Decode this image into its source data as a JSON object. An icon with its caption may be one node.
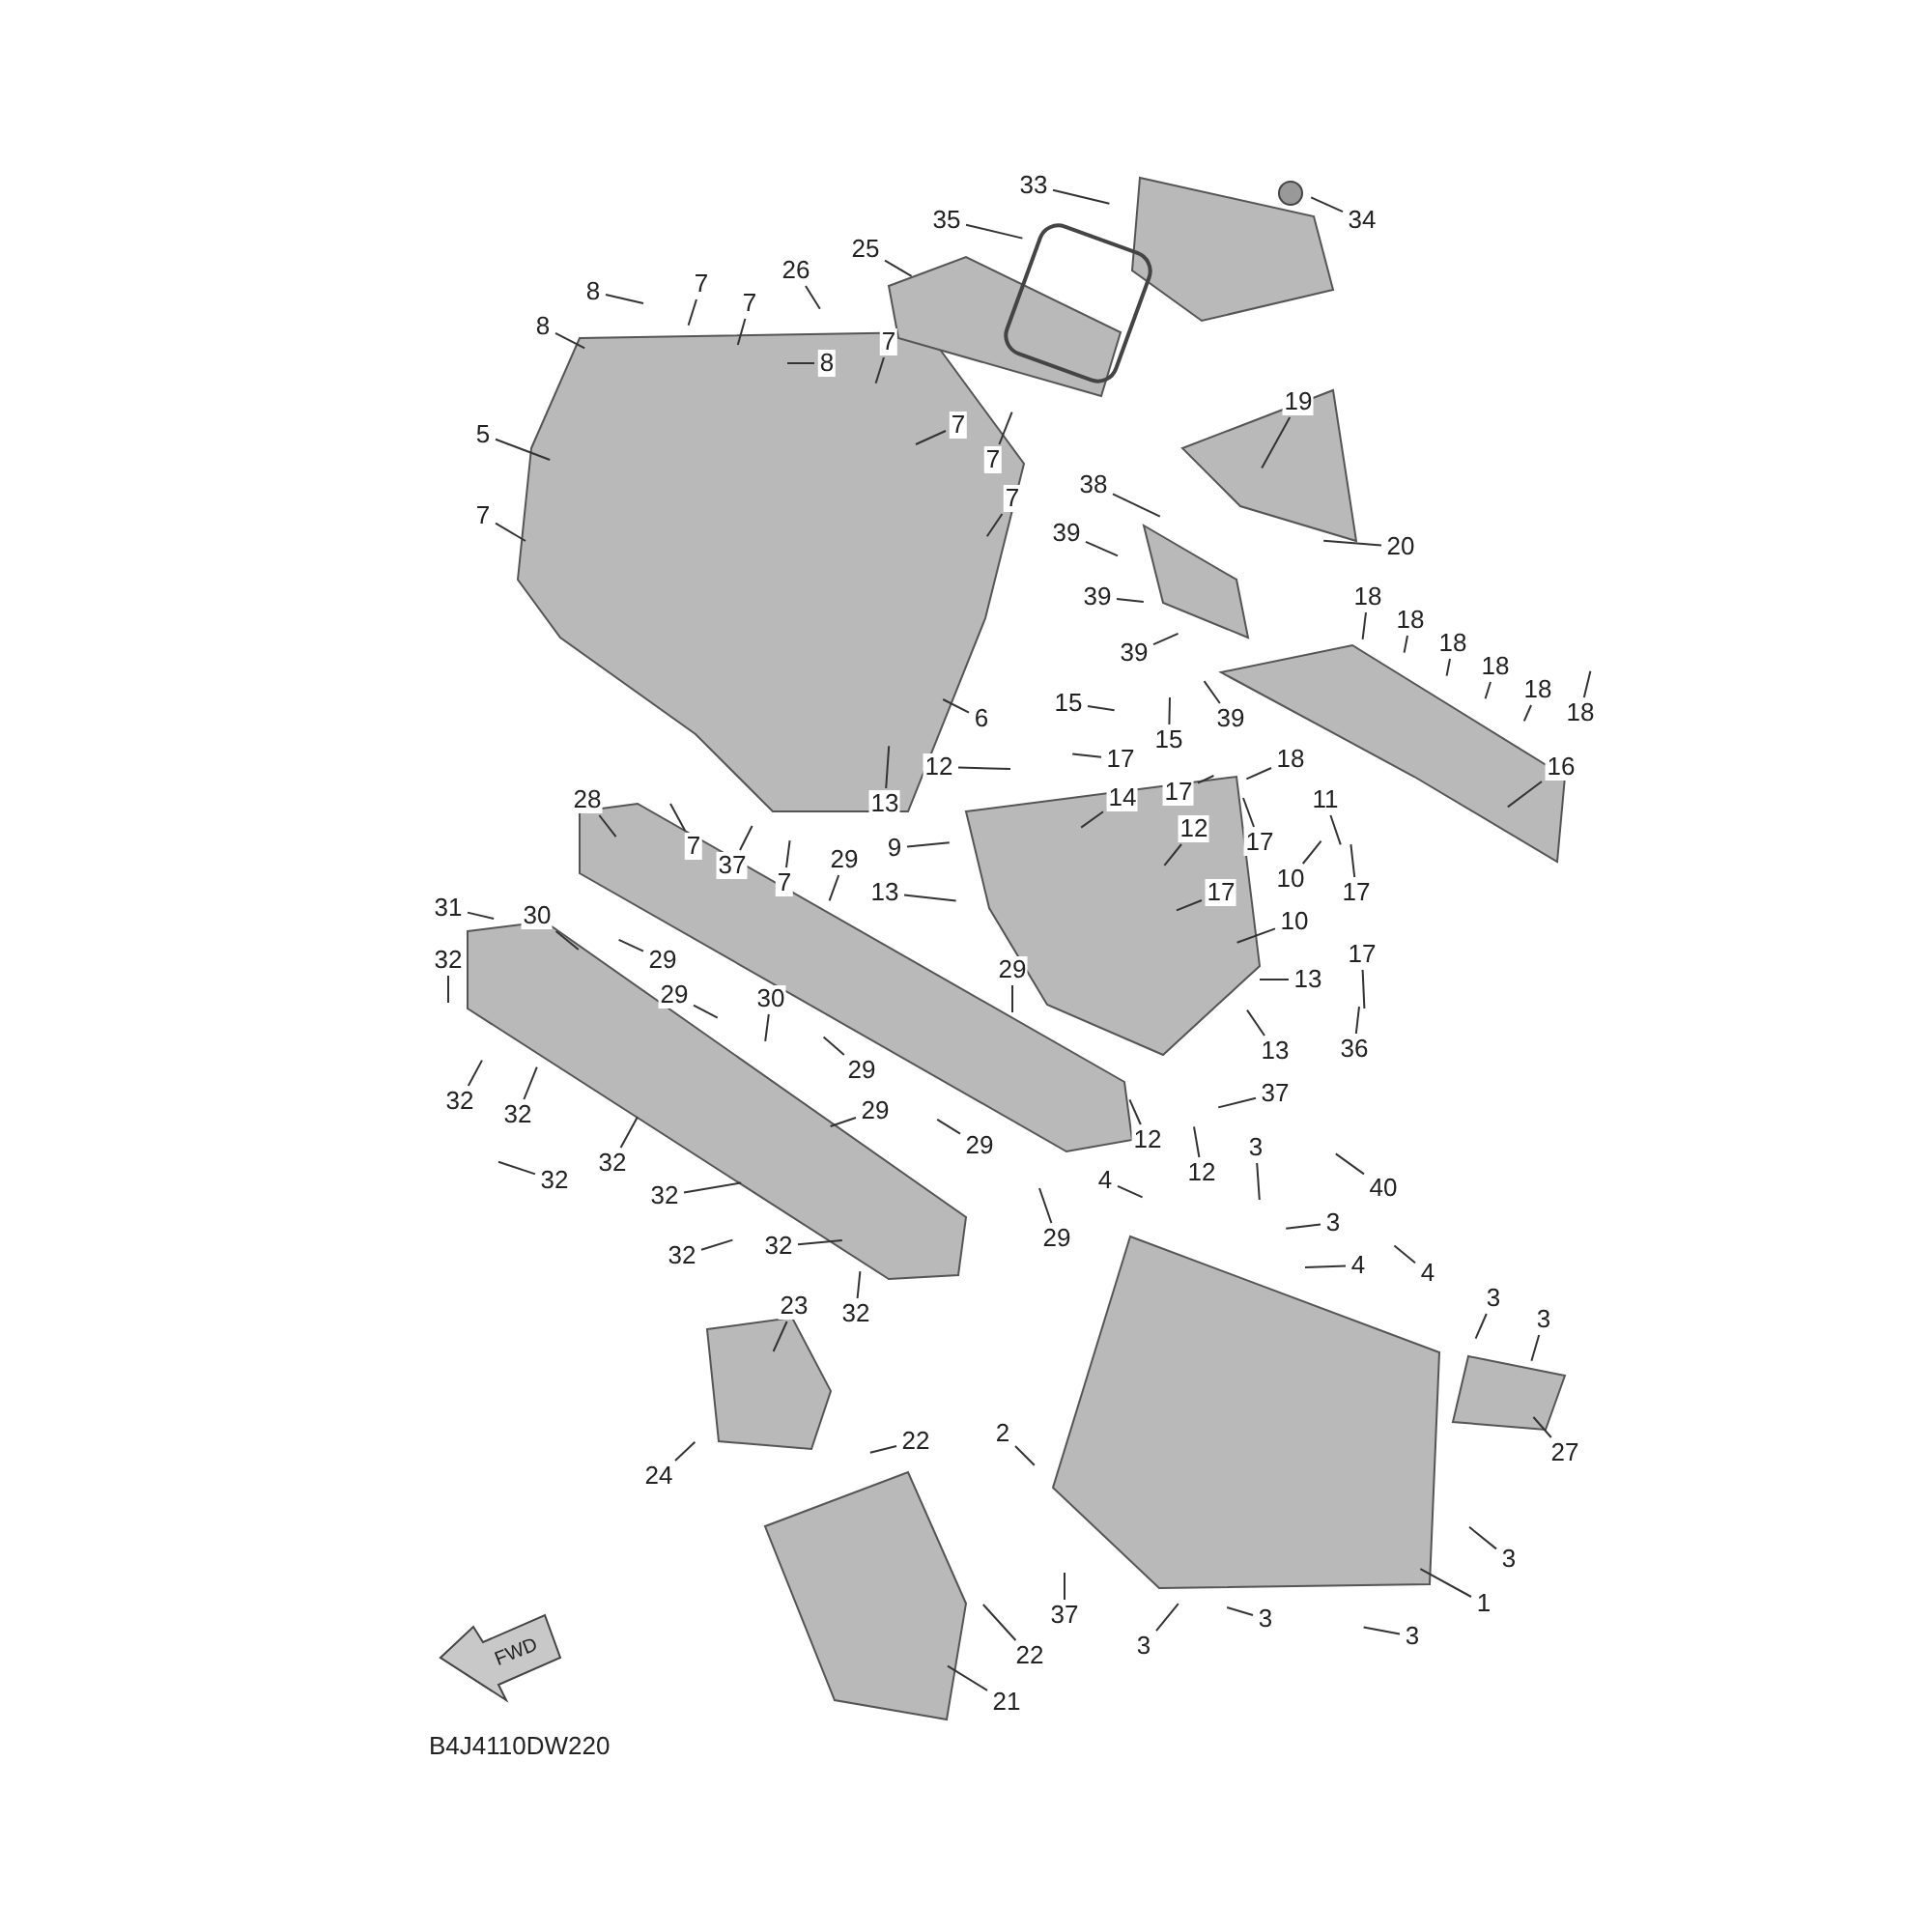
{
  "diagram": {
    "nodes": [
      {
        "text": [
          "33"
        ]
      },
      {
        "text": [
          "34"
        ]
      },
      {
        "text": [
          "35"
        ]
      },
      {
        "text": [
          "25"
        ]
      },
      {
        "text": [
          "26"
        ]
      },
      {
        "text": [
          "8"
        ]
      },
      {
        "text": [
          "8"
        ]
      },
      {
        "text": [
          "7"
        ]
      },
      {
        "text": [
          "7"
        ]
      },
      {
        "text": [
          "8"
        ]
      },
      {
        "text": [
          "7"
        ]
      },
      {
        "text": [
          "5"
        ]
      },
      {
        "text": [
          "7"
        ]
      },
      {
        "text": [
          "7"
        ]
      },
      {
        "text": [
          "7"
        ]
      },
      {
        "text": [
          "7"
        ]
      },
      {
        "text": [
          "6"
        ]
      },
      {
        "text": [
          "12"
        ]
      },
      {
        "text": [
          "13"
        ]
      },
      {
        "text": [
          "9"
        ]
      },
      {
        "text": [
          "13"
        ]
      },
      {
        "text": [
          "7"
        ]
      },
      {
        "text": [
          "37"
        ]
      },
      {
        "text": [
          "7"
        ]
      },
      {
        "text": [
          "28"
        ]
      },
      {
        "text": [
          "29"
        ]
      },
      {
        "text": [
          "15"
        ]
      },
      {
        "text": [
          "38"
        ]
      },
      {
        "text": [
          "39"
        ]
      },
      {
        "text": [
          "39"
        ]
      },
      {
        "text": [
          "39"
        ]
      },
      {
        "text": [
          "39"
        ]
      },
      {
        "text": [
          "19"
        ]
      },
      {
        "text": [
          "20"
        ]
      },
      {
        "text": [
          "18"
        ]
      },
      {
        "text": [
          "18"
        ]
      },
      {
        "text": [
          "18"
        ]
      },
      {
        "text": [
          "18"
        ]
      },
      {
        "text": [
          "18"
        ]
      },
      {
        "text": [
          "18"
        ]
      },
      {
        "text": [
          "16"
        ]
      },
      {
        "text": [
          "15"
        ]
      },
      {
        "text": [
          "17"
        ]
      },
      {
        "text": [
          "14"
        ]
      },
      {
        "text": [
          "17"
        ]
      },
      {
        "text": [
          "18"
        ]
      },
      {
        "text": [
          "11"
        ]
      },
      {
        "text": [
          "12"
        ]
      },
      {
        "text": [
          "17"
        ]
      },
      {
        "text": [
          "17"
        ]
      },
      {
        "text": [
          "10"
        ]
      },
      {
        "text": [
          "17"
        ]
      },
      {
        "text": [
          "10"
        ]
      },
      {
        "text": [
          "17"
        ]
      },
      {
        "text": [
          "13"
        ]
      },
      {
        "text": [
          "13"
        ]
      },
      {
        "text": [
          "36"
        ]
      },
      {
        "text": [
          "37"
        ]
      },
      {
        "text": [
          "29"
        ]
      },
      {
        "text": [
          "31"
        ]
      },
      {
        "text": [
          "30"
        ]
      },
      {
        "text": [
          "32"
        ]
      },
      {
        "text": [
          "29"
        ]
      },
      {
        "text": [
          "29"
        ]
      },
      {
        "text": [
          "30"
        ]
      },
      {
        "text": [
          "29"
        ]
      },
      {
        "text": [
          "32"
        ]
      },
      {
        "text": [
          "32"
        ]
      },
      {
        "text": [
          "29"
        ]
      },
      {
        "text": [
          "29"
        ]
      },
      {
        "text": [
          "32"
        ]
      },
      {
        "text": [
          "32"
        ]
      },
      {
        "text": [
          "29"
        ]
      },
      {
        "text": [
          "32"
        ]
      },
      {
        "text": [
          "32"
        ]
      },
      {
        "text": [
          "32"
        ]
      },
      {
        "text": [
          "32"
        ]
      },
      {
        "text": [
          "12"
        ]
      },
      {
        "text": [
          "12"
        ]
      },
      {
        "text": [
          "3"
        ]
      },
      {
        "text": [
          "4"
        ]
      },
      {
        "text": [
          "40"
        ]
      },
      {
        "text": [
          "3"
        ]
      },
      {
        "text": [
          "4"
        ]
      },
      {
        "text": [
          "4"
        ]
      },
      {
        "text": [
          "23"
        ]
      },
      {
        "text": [
          "3"
        ]
      },
      {
        "text": [
          "3"
        ]
      },
      {
        "text": [
          "2"
        ]
      },
      {
        "text": [
          "22"
        ]
      },
      {
        "text": [
          "24"
        ]
      },
      {
        "text": [
          "27"
        ]
      },
      {
        "text": [
          "3"
        ]
      },
      {
        "text": [
          "1"
        ]
      },
      {
        "text": [
          "37"
        ]
      },
      {
        "text": [
          "3"
        ]
      },
      {
        "text": [
          "3"
        ]
      },
      {
        "text": [
          "3"
        ]
      },
      {
        "text": [
          "22"
        ]
      },
      {
        "text": [
          "21"
        ]
      }
    ],
    "edges": [
      {
        "from": 0,
        "to": null,
        "arrow": "none"
      },
      {
        "from": 1,
        "to": null,
        "arrow": "none"
      },
      {
        "from": 2,
        "to": null,
        "arrow": "none"
      },
      {
        "from": 3,
        "to": null,
        "arrow": "none"
      },
      {
        "from": 4,
        "to": null,
        "arrow": "none"
      },
      {
        "from": 5,
        "to": null,
        "arrow": "none"
      },
      {
        "from": 6,
        "to": null,
        "arrow": "none"
      },
      {
        "from": 7,
        "to": null,
        "arrow": "none"
      },
      {
        "from": 8,
        "to": null,
        "arrow": "none"
      },
      {
        "from": 9,
        "to": null,
        "arrow": "none"
      },
      {
        "from": 10,
        "to": null,
        "arrow": "none"
      },
      {
        "from": 11,
        "to": null,
        "arrow": "none"
      },
      {
        "from": 12,
        "to": null,
        "arrow": "none"
      },
      {
        "from": 13,
        "to": null,
        "arrow": "none"
      },
      {
        "from": 14,
        "to": null,
        "arrow": "none"
      },
      {
        "from": 15,
        "to": null,
        "arrow": "none"
      },
      {
        "from": 16,
        "to": null,
        "arrow": "none"
      },
      {
        "from": 17,
        "to": null,
        "arrow": "none"
      },
      {
        "from": 18,
        "to": null,
        "arrow": "none"
      },
      {
        "from": 19,
        "to": null,
        "arrow": "none"
      },
      {
        "from": 20,
        "to": null,
        "arrow": "none"
      },
      {
        "from": 21,
        "to": null,
        "arrow": "none"
      },
      {
        "from": 22,
        "to": null,
        "arrow": "none"
      },
      {
        "from": 23,
        "to": null,
        "arrow": "none"
      },
      {
        "from": 24,
        "to": null,
        "arrow": "none"
      },
      {
        "from": 25,
        "to": null,
        "arrow": "none"
      },
      {
        "from": 26,
        "to": null,
        "arrow": "none"
      },
      {
        "from": 27,
        "to": null,
        "arrow": "none"
      },
      {
        "from": 28,
        "to": null,
        "arrow": "none"
      },
      {
        "from": 29,
        "to": null,
        "arrow": "none"
      },
      {
        "from": 30,
        "to": null,
        "arrow": "none"
      },
      {
        "from": 31,
        "to": null,
        "arrow": "none"
      },
      {
        "from": 32,
        "to": null,
        "arrow": "none"
      },
      {
        "from": 33,
        "to": null,
        "arrow": "none"
      },
      {
        "from": 34,
        "to": null,
        "arrow": "none"
      },
      {
        "from": 35,
        "to": null,
        "arrow": "none"
      },
      {
        "from": 36,
        "to": null,
        "arrow": "none"
      },
      {
        "from": 37,
        "to": null,
        "arrow": "none"
      },
      {
        "from": 38,
        "to": null,
        "arrow": "none"
      },
      {
        "from": 39,
        "to": null,
        "arrow": "none"
      },
      {
        "from": 40,
        "to": null,
        "arrow": "none"
      },
      {
        "from": 41,
        "to": null,
        "arrow": "none"
      },
      {
        "from": 42,
        "to": null,
        "arrow": "none"
      },
      {
        "from": 43,
        "to": null,
        "arrow": "none"
      },
      {
        "from": 44,
        "to": null,
        "arrow": "none"
      },
      {
        "from": 45,
        "to": null,
        "arrow": "none"
      },
      {
        "from": 46,
        "to": null,
        "arrow": "none"
      },
      {
        "from": 47,
        "to": null,
        "arrow": "none"
      },
      {
        "from": 48,
        "to": null,
        "arrow": "none"
      },
      {
        "from": 49,
        "to": null,
        "arrow": "none"
      },
      {
        "from": 50,
        "to": null,
        "arrow": "none"
      },
      {
        "from": 51,
        "to": null,
        "arrow": "none"
      },
      {
        "from": 52,
        "to": null,
        "arrow": "none"
      },
      {
        "from": 53,
        "to": null,
        "arrow": "none"
      },
      {
        "from": 54,
        "to": null,
        "arrow": "none"
      },
      {
        "from": 55,
        "to": null,
        "arrow": "none"
      },
      {
        "from": 56,
        "to": null,
        "arrow": "none"
      },
      {
        "from": 57,
        "to": null,
        "arrow": "none"
      },
      {
        "from": 58,
        "to": null,
        "arrow": "none"
      },
      {
        "from": 59,
        "to": null,
        "arrow": "none"
      },
      {
        "from": 60,
        "to": null,
        "arrow": "none"
      },
      {
        "from": 61,
        "to": null,
        "arrow": "none"
      },
      {
        "from": 62,
        "to": null,
        "arrow": "none"
      },
      {
        "from": 63,
        "to": null,
        "arrow": "none"
      },
      {
        "from": 64,
        "to": null,
        "arrow": "none"
      },
      {
        "from": 65,
        "to": null,
        "arrow": "none"
      },
      {
        "from": 66,
        "to": null,
        "arrow": "none"
      },
      {
        "from": 67,
        "to": null,
        "arrow": "none"
      },
      {
        "from": 68,
        "to": null,
        "arrow": "none"
      },
      {
        "from": 69,
        "to": null,
        "arrow": "none"
      },
      {
        "from": 70,
        "to": null,
        "arrow": "none"
      },
      {
        "from": 71,
        "to": null,
        "arrow": "none"
      },
      {
        "from": 72,
        "to": null,
        "arrow": "none"
      },
      {
        "from": 73,
        "to": null,
        "arrow": "none"
      },
      {
        "from": 74,
        "to": null,
        "arrow": "none"
      },
      {
        "from": 75,
        "to": null,
        "arrow": "none"
      },
      {
        "from": 76,
        "to": null,
        "arrow": "none"
      },
      {
        "from": 77,
        "to": null,
        "arrow": "none"
      },
      {
        "from": 78,
        "to": null,
        "arrow": "none"
      },
      {
        "from": 79,
        "to": null,
        "arrow": "none"
      },
      {
        "from": 80,
        "to": null,
        "arrow": "none"
      },
      {
        "from": 81,
        "to": null,
        "arrow": "none"
      },
      {
        "from": 82,
        "to": null,
        "arrow": "none"
      },
      {
        "from": 83,
        "to": null,
        "arrow": "none"
      },
      {
        "from": 84,
        "to": null,
        "arrow": "none"
      },
      {
        "from": 85,
        "to": null,
        "arrow": "none"
      },
      {
        "from": 86,
        "to": null,
        "arrow": "none"
      },
      {
        "from": 87,
        "to": null,
        "arrow": "none"
      },
      {
        "from": 88,
        "to": null,
        "arrow": "none"
      },
      {
        "from": 89,
        "to": null,
        "arrow": "none"
      },
      {
        "from": 90,
        "to": null,
        "arrow": "none"
      },
      {
        "from": 91,
        "to": null,
        "arrow": "none"
      },
      {
        "from": 92,
        "to": null,
        "arrow": "none"
      },
      {
        "from": 93,
        "to": null,
        "arrow": "none"
      },
      {
        "from": 94,
        "to": null,
        "arrow": "none"
      },
      {
        "from": 95,
        "to": null,
        "arrow": "none"
      },
      {
        "from": 96,
        "to": null,
        "arrow": "none"
      },
      {
        "from": 97,
        "to": null,
        "arrow": "none"
      },
      {
        "from": 98,
        "to": null,
        "arrow": "none"
      },
      {
        "from": 99,
        "to": null,
        "arrow": "none"
      }
    ],
    "labels": [
      "FWD",
      "B4J4110DW220"
    ]
  }
}
